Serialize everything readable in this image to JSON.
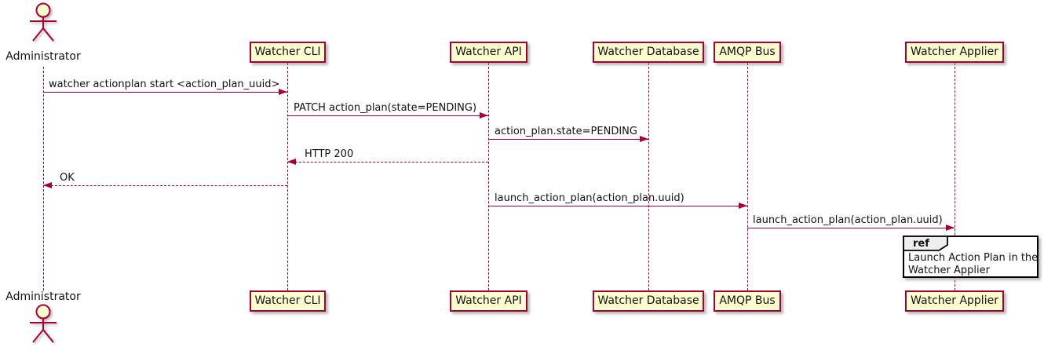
{
  "diagram": {
    "type": "uml-sequence",
    "actor": {
      "name": "Administrator"
    },
    "participants": [
      {
        "label": "Watcher CLI"
      },
      {
        "label": "Watcher API"
      },
      {
        "label": "Watcher Database"
      },
      {
        "label": "AMQP Bus"
      },
      {
        "label": "Watcher Applier"
      }
    ],
    "messages": [
      {
        "text": "watcher actionplan start <action_plan_uuid>",
        "from": "Administrator",
        "to": "Watcher CLI",
        "line": "solid"
      },
      {
        "text": "PATCH action_plan(state=PENDING)",
        "from": "Watcher CLI",
        "to": "Watcher API",
        "line": "solid"
      },
      {
        "text": "action_plan.state=PENDING",
        "from": "Watcher API",
        "to": "Watcher Database",
        "line": "solid"
      },
      {
        "text": "HTTP 200",
        "from": "Watcher API",
        "to": "Watcher CLI",
        "line": "dashed"
      },
      {
        "text": "OK",
        "from": "Watcher CLI",
        "to": "Administrator",
        "line": "dashed"
      },
      {
        "text": "launch_action_plan(action_plan.uuid)",
        "from": "Watcher API",
        "to": "AMQP Bus",
        "line": "solid"
      },
      {
        "text": "launch_action_plan(action_plan.uuid)",
        "from": "AMQP Bus",
        "to": "Watcher Applier",
        "line": "solid"
      }
    ],
    "ref": {
      "tag": "ref",
      "line1": "Launch Action Plan in the",
      "line2": "Watcher Applier"
    },
    "colors": {
      "accent": "#A80036",
      "participant_fill": "#FEFECE",
      "ref_tab_fill": "#EEEEEE",
      "text": "#000000"
    }
  }
}
